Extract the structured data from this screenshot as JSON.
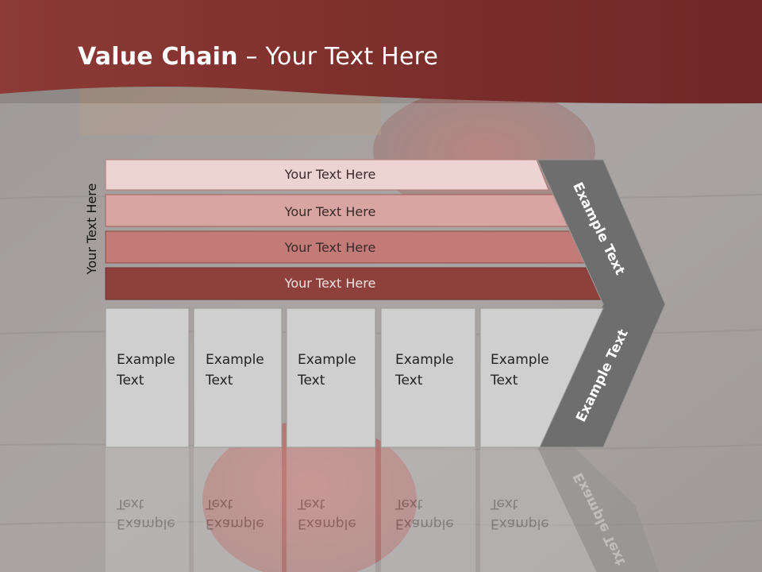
{
  "slide": {
    "title_bold": "Value Chain",
    "title_rest": " – Your Text Here",
    "side_label": "Your Text Here"
  },
  "rows": [
    {
      "label": "Your Text Here",
      "color": "#edd4d3"
    },
    {
      "label": "Your Text Here",
      "color": "#d9a5a2"
    },
    {
      "label": "Your Text Here",
      "color": "#c27b77"
    },
    {
      "label": "Your Text Here",
      "color": "#8e413c"
    }
  ],
  "boxes": [
    {
      "line1": "Example",
      "line2": "Text"
    },
    {
      "line1": "Example",
      "line2": "Text"
    },
    {
      "line1": "Example",
      "line2": "Text"
    },
    {
      "line1": "Example",
      "line2": "Text"
    },
    {
      "line1": "Example",
      "line2": "Text"
    }
  ],
  "arrow": {
    "upper_label": "Example Text",
    "lower_label": "Example Text",
    "color": "#6e6e6e"
  },
  "colors": {
    "header": "#7a2f2c",
    "box_fill": "#cfcfcf",
    "box_border": "#9a9a9a"
  }
}
